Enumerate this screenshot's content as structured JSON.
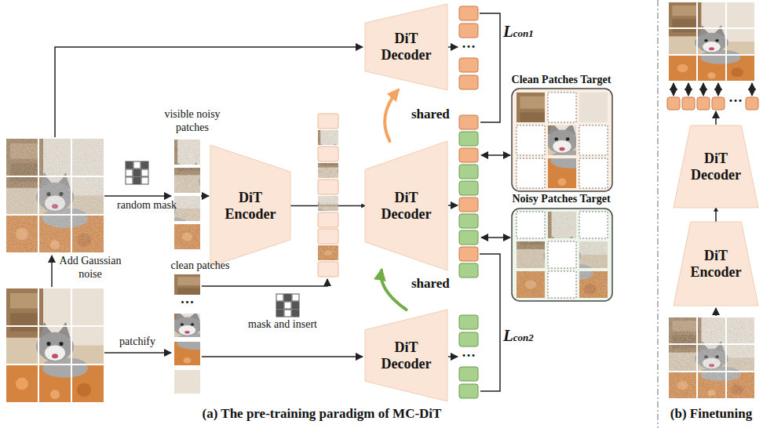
{
  "diagram": {
    "nodes": [
      {
        "text": [
          "DiT Decoder"
        ]
      },
      {
        "text": [
          "DiT Encoder"
        ]
      },
      {
        "text": [
          "DiT Decoder"
        ]
      },
      {
        "text": [
          "DiT Decoder"
        ]
      },
      {
        "text": [
          "Clean Patches Target"
        ]
      },
      {
        "text": [
          "Noisy Patches Target"
        ]
      },
      {
        "text": [
          "DiT Decoder"
        ]
      },
      {
        "text": [
          "DiT Encoder"
        ]
      }
    ],
    "edges": [
      {
        "from": 1,
        "to": 2,
        "arrow": "to"
      },
      {
        "from": 2,
        "to": 0,
        "label": "shared",
        "arrow": "to"
      },
      {
        "from": 3,
        "to": 2,
        "label": "shared",
        "arrow": "to"
      },
      {
        "from": 7,
        "to": 6,
        "arrow": "to"
      }
    ],
    "labels": [
      "visible noisy patches",
      "random mask",
      "clean patches",
      "mask and insert",
      "Add Gaussian noise",
      "patchify",
      "Lcon1",
      "Lcon2",
      "···",
      "···",
      "···",
      "···",
      "(a) The pre-training paradigm of MC-DiT",
      "(b) Finetuning"
    ]
  }
}
